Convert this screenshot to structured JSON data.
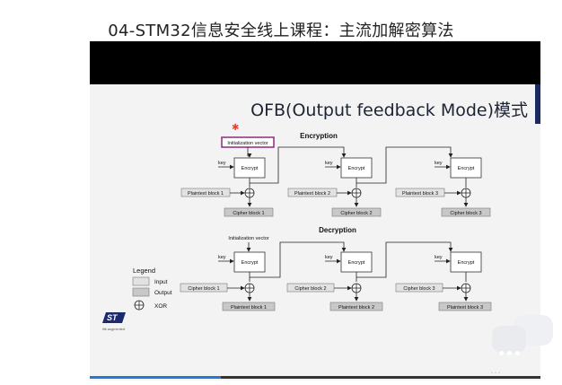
{
  "page": {
    "title": "04-STM32信息安全线上课程：主流加解密算法"
  },
  "slide": {
    "title": "OFB(Output feedback Mode)模式",
    "encryption": {
      "heading": "Encryption",
      "iv_label": "Initialization vector",
      "key_label": "key",
      "encrypt_label": "Encrypt",
      "inputs": [
        "Plaintext block 1",
        "Plaintext block 2",
        "Plaintext block 3"
      ],
      "outputs": [
        "Cipher block 1",
        "Cipher block 2",
        "Cipher block 3"
      ]
    },
    "decryption": {
      "heading": "Decryption",
      "iv_label": "Initialization vector",
      "key_label": "key",
      "encrypt_label": "Encrypt",
      "inputs": [
        "Cipher block 1",
        "Cipher block 2",
        "Cipher block 3"
      ],
      "outputs": [
        "Plaintext block 1",
        "Plaintext block 2",
        "Plaintext block 3"
      ]
    },
    "legend": {
      "title": "Legend",
      "input": "Input",
      "output": "Output",
      "xor": "XOR"
    },
    "logo": {
      "name": "st-logo",
      "tagline": "life.augmented"
    }
  },
  "player": {
    "progress": 0.29
  },
  "watermark": {
    "text": "…"
  },
  "colors": {
    "iv_border": "#8e2a7e",
    "output_fill": "#c8c8c8",
    "slide_bg": "#f3f3f3",
    "progress": "#1e7ad6"
  }
}
